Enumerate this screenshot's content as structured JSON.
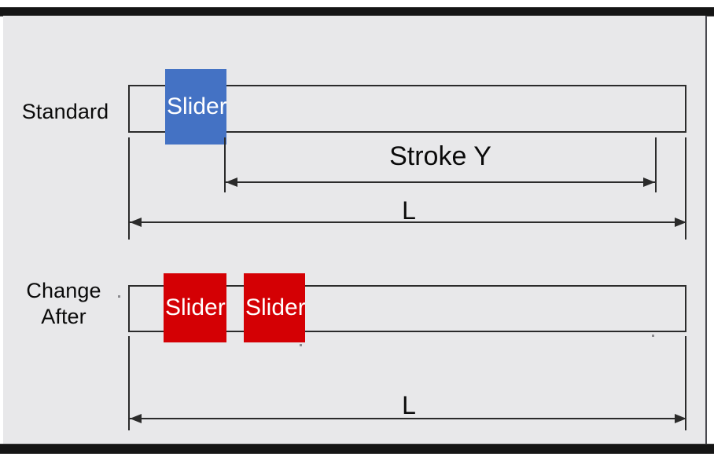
{
  "diagram": {
    "title_rows": [
      {
        "label": "Standard"
      },
      {
        "label": "Change\nAfter"
      }
    ],
    "standard_row": {
      "label": "Standard",
      "slider_label": "Slider",
      "slider_color": "#4472c4",
      "rail_color": "#2b2b2b"
    },
    "change_after_row": {
      "label": "Change\nAfter",
      "slider_label_1": "Slider",
      "slider_label_2": "Slider",
      "slider_color": "#d40004",
      "rail_color": "#2b2b2b"
    },
    "dimensions": {
      "stroke_y": "Stroke Y",
      "length_top": "L",
      "length_bottom": "L"
    },
    "colors": {
      "background": "#e8e8ea",
      "page": "#ffffff",
      "rule": "#151515",
      "line": "#2b2b2b",
      "blue_slider": "#4472c4",
      "red_slider": "#d40004",
      "text": "#0a0a0a"
    }
  }
}
